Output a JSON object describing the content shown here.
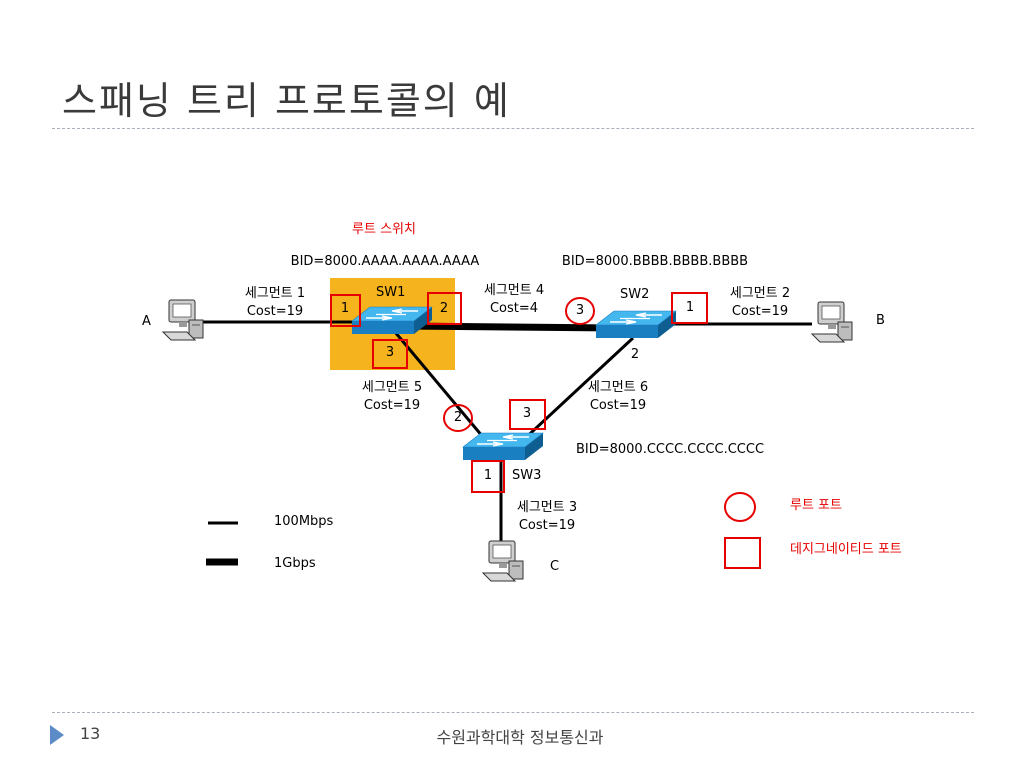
{
  "slide": {
    "title": "스패닝 트리 프로토콜의 예",
    "page_number": "13",
    "footer_text": "수원과학대학 정보통신과"
  },
  "diagram": {
    "root_switch_label": "루트 스위치",
    "switches": {
      "sw1": {
        "name": "SW1",
        "bid": "BID=8000.AAAA.AAAA.AAAA"
      },
      "sw2": {
        "name": "SW2",
        "bid": "BID=8000.BBBB.BBBB.BBBB"
      },
      "sw3": {
        "name": "SW3",
        "bid": "BID=8000.CCCC.CCCC.CCCC"
      }
    },
    "hosts": {
      "a": "A",
      "b": "B",
      "c": "C"
    },
    "segments": {
      "s1": {
        "name": "세그먼트 1",
        "cost": "Cost=19"
      },
      "s2": {
        "name": "세그먼트 2",
        "cost": "Cost=19"
      },
      "s3": {
        "name": "세그먼트 3",
        "cost": "Cost=19"
      },
      "s4": {
        "name": "세그먼트 4",
        "cost": "Cost=4"
      },
      "s5": {
        "name": "세그먼트 5",
        "cost": "Cost=19"
      },
      "s6": {
        "name": "세그먼트 6",
        "cost": "Cost=19"
      }
    },
    "ports": {
      "sw1_p1": "1",
      "sw1_p2": "2",
      "sw1_p3": "3",
      "sw2_p1": "1",
      "sw2_p2": "2",
      "sw2_p3": "3",
      "sw3_p1": "1",
      "sw3_p2": "2",
      "sw3_p3": "3"
    },
    "legend": {
      "link_100m": "100Mbps",
      "link_1g": "1Gbps",
      "root_port": "루트 포트",
      "designated_port": "데지그네이티드 포트"
    },
    "colors": {
      "root_highlight": "#f5b41e",
      "marker": "#e60000",
      "switch_top": "#44b7ef",
      "switch_side": "#1a7fc0",
      "link": "#000000"
    }
  }
}
